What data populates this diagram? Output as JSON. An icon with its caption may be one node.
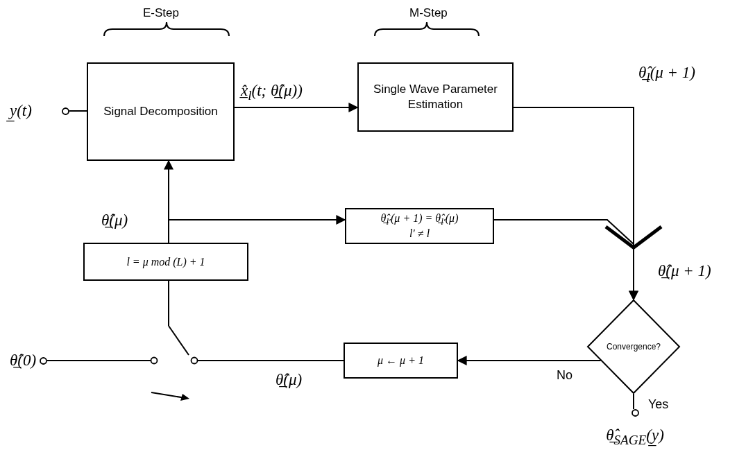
{
  "diagram": {
    "nodes": [
      {
        "text": [
          "y̲(t)"
        ]
      },
      {
        "text": [
          "Signal Decomposition"
        ]
      },
      {
        "text": [
          "Single Wave Parameter Estimation"
        ]
      },
      {
        "text": [
          "θ̲̂$_{l′}$(μ + 1) = θ̲̂$_{l′}$(μ)",
          "l′ ≠ l"
        ]
      },
      {
        "text": [
          "l = μ mod (L) + 1"
        ]
      },
      {
        "text": [
          "Convergence?"
        ]
      },
      {
        "text": [
          "μ ← μ + 1"
        ]
      },
      {
        "text": [],
        "shape": "switch"
      },
      {
        "text": [
          "θ̲̂(0)"
        ]
      },
      {
        "text": [
          "θ̲̂$_{SAGE}$(y̲)"
        ]
      }
    ],
    "edges": [
      {
        "from": 0,
        "to": 1,
        "arrow": "none"
      },
      {
        "from": 1,
        "to": 2,
        "arrow": "to",
        "label": "x̲̂$_{l}$(t; θ̲̂(μ))"
      },
      {
        "from": 2,
        "to": 5,
        "arrow": "to",
        "label": "θ̲̂$_{l}$(μ + 1)"
      },
      {
        "from": 3,
        "to": 5,
        "arrow": "to"
      },
      {
        "from": 4,
        "to": 1,
        "arrow": "to"
      },
      {
        "from": 4,
        "to": 3,
        "arrow": "to"
      },
      {
        "from": 5,
        "to": 6,
        "arrow": "to",
        "label": "No"
      },
      {
        "from": 6,
        "to": 7,
        "arrow": "none",
        "label": "θ̲̂(μ)"
      },
      {
        "from": 8,
        "to": 7,
        "arrow": "none"
      },
      {
        "from": 7,
        "to": 4,
        "arrow": "none"
      },
      {
        "from": 5,
        "to": 9,
        "arrow": "none",
        "label": "Yes"
      }
    ],
    "labels": [
      "E-Step",
      "M-Step",
      "θ̲̂(μ)",
      "θ̲̂(μ + 1)"
    ]
  }
}
